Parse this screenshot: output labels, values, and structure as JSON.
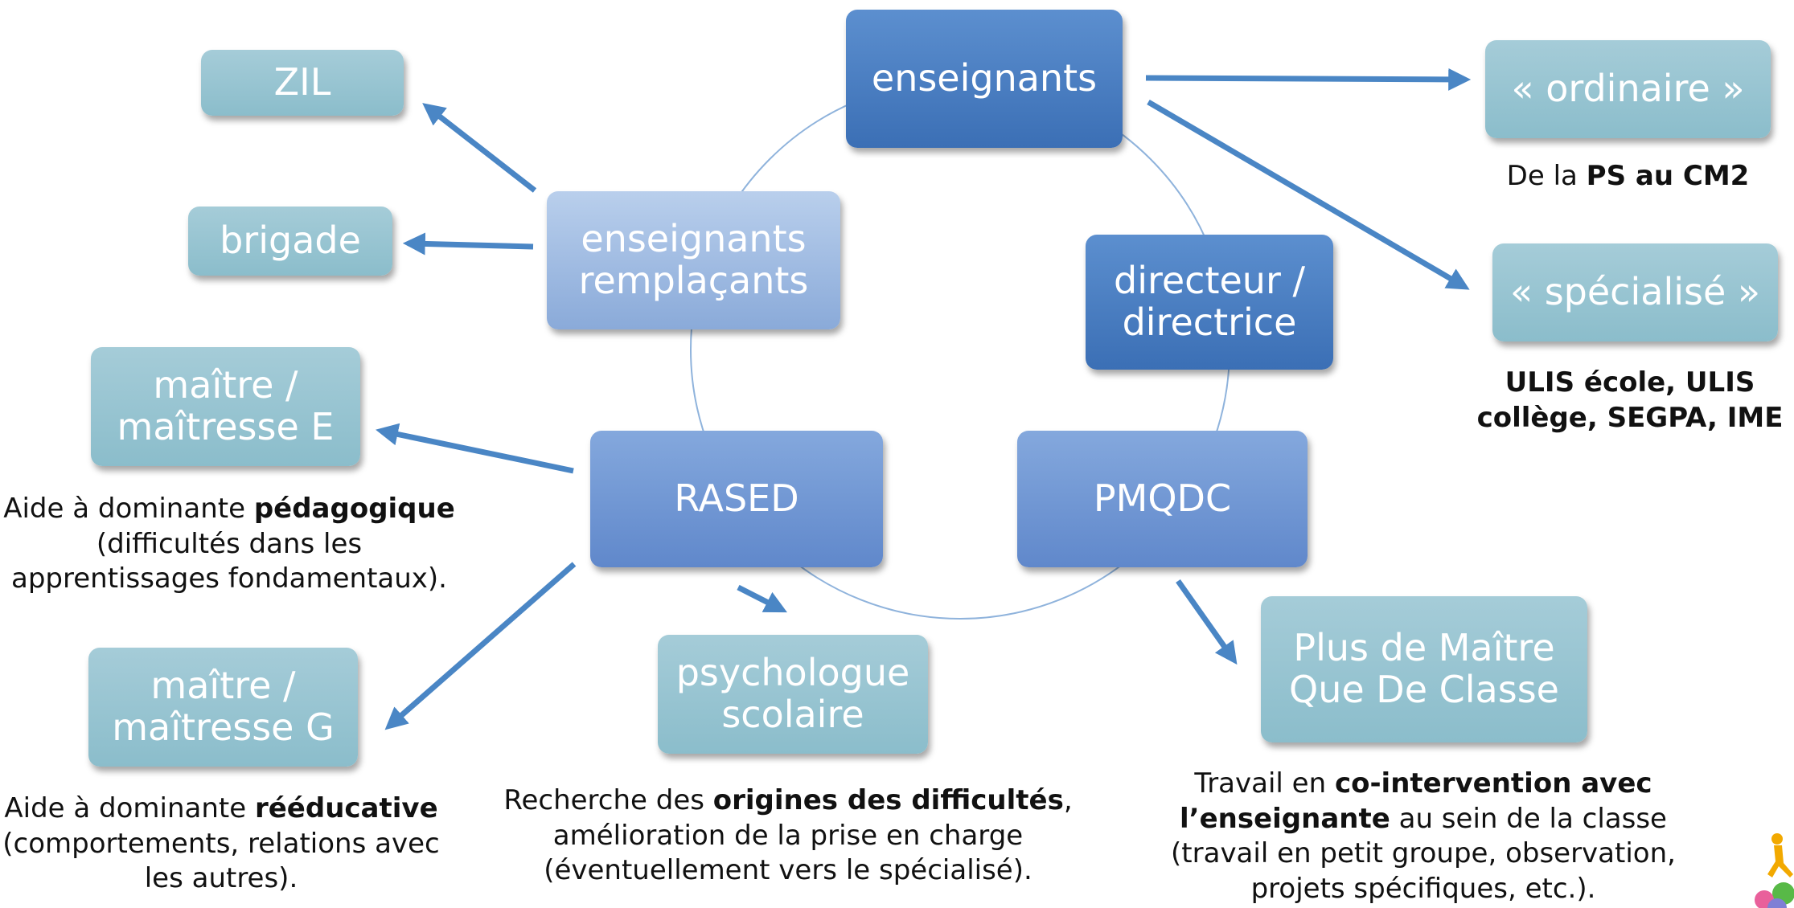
{
  "center": {
    "enseignants": "enseignants",
    "remplacants": "enseignants remplaçants",
    "directeur": "directeur / directrice",
    "rased": "RASED",
    "pmqdc": "PMQDC"
  },
  "targets": {
    "zil": "ZIL",
    "brigade": "brigade",
    "ordinaire": "« ordinaire »",
    "specialise": "« spécialisé »",
    "maitre_e": "maître / maîtresse E",
    "maitre_g": "maître / maîtresse G",
    "psychologue": "psychologue scolaire",
    "plus_de_maitre": "Plus de Maître Que De Classe"
  },
  "captions": {
    "ordinaire_pre": "De la ",
    "ordinaire_bold": "PS au CM2",
    "specialise_bold": "ULIS école, ULIS collège, SEGPA, IME",
    "maitre_e_pre": "Aide à dominante ",
    "maitre_e_bold": "pédagogique",
    "maitre_e_post": " (difficultés dans les apprentissages fondamentaux).",
    "maitre_g_pre": "Aide à dominante ",
    "maitre_g_bold": "rééducative",
    "maitre_g_post": " (comportements, relations avec les autres).",
    "psy_pre": "Recherche des ",
    "psy_bold": "origines des difficultés",
    "psy_post": ", amélioration de la prise en charge (éventuellement vers le spécialisé).",
    "pmqdc_pre": "Travail en ",
    "pmqdc_bold": "co-intervention avec l’enseignante",
    "pmqdc_post": " au sein de la classe (travail en petit groupe, observation, projets spécifiques, etc.)."
  },
  "colors": {
    "arrow": "#4a86c5",
    "circle": "#8fb3dc",
    "teal_box": "#99c6d3",
    "dark_blue_box": "#4a7ec2",
    "light_blue_box": "#a3bde4"
  },
  "icons": [
    "hiker-gears-logo-icon"
  ]
}
